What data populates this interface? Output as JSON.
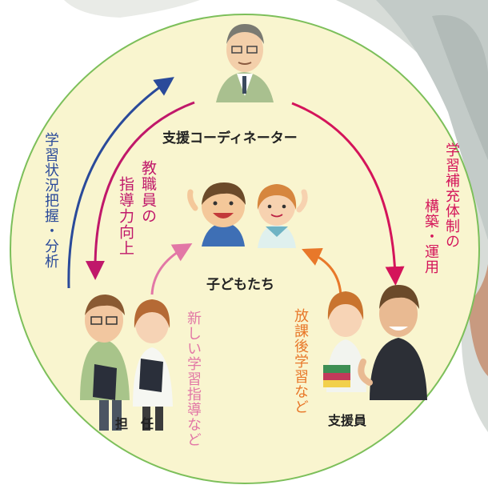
{
  "coordinator": {
    "label": "支援コーディネーター"
  },
  "children": {
    "label": "子どもたち"
  },
  "homeroom": {
    "label": "担　任"
  },
  "supporter": {
    "label": "支援員"
  },
  "flows": {
    "coord_to_teacher": {
      "line1": "教職員の",
      "line2": "指導力向上",
      "color": "#c0186a"
    },
    "teacher_to_coord": {
      "text": "学習状況把握・分析",
      "color": "#2a4a9a"
    },
    "coord_to_supporter": {
      "line1": "学習補充体制の",
      "line2": "構築・運用",
      "color": "#d4145a"
    },
    "teacher_to_children": {
      "text": "新しい学習指導など",
      "color": "#e277a6"
    },
    "supporter_to_children": {
      "text": "放課後学習など",
      "color": "#e8782a"
    }
  },
  "colors": {
    "circle_fill": "#f9f5cf",
    "circle_stroke": "#7cbf5a"
  }
}
